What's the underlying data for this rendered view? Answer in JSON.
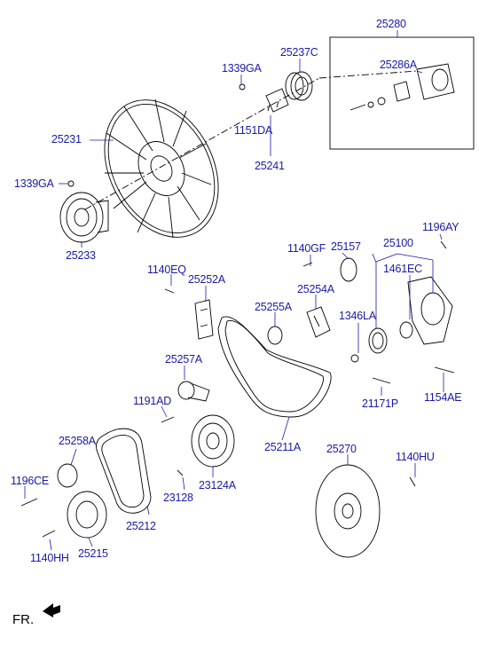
{
  "labels": {
    "p25280": "25280",
    "p1339ga_top": "1339GA",
    "p25237c": "25237C",
    "p25286a": "25286A",
    "p1151da": "1151DA",
    "p25231": "25231",
    "p25241": "25241",
    "p1339ga_left": "1339GA",
    "p25233": "25233",
    "p1196ay": "1196AY",
    "p1140gf": "1140GF",
    "p25157": "25157",
    "p25100": "25100",
    "p1461ec": "1461EC",
    "p1140eq": "1140EQ",
    "p25252a": "25252A",
    "p25254a": "25254A",
    "p25255a": "25255A",
    "p1346la": "1346LA",
    "p25257a": "25257A",
    "p1191ad": "1191AD",
    "p21171p": "21171P",
    "p1154ae": "1154AE",
    "p25211a": "25211A",
    "p25258a": "25258A",
    "p25270": "25270",
    "p1140hu": "1140HU",
    "p1196ce": "1196CE",
    "p23128": "23128",
    "p23124a": "23124A",
    "p25212": "25212",
    "p1140hh": "1140HH",
    "p25215": "25215"
  },
  "orientation": "FR.",
  "colors": {
    "label": "#1a1aa8",
    "line": "#000000",
    "leader": "#1a1aa8"
  }
}
